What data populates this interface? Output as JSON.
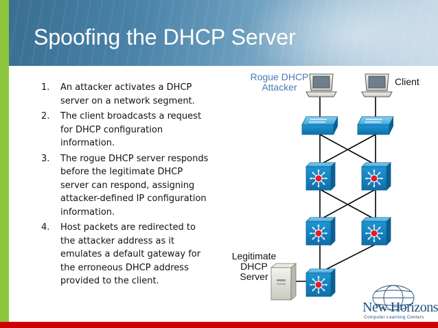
{
  "slide": {
    "title": "Spoofing the DHCP Server",
    "steps": [
      {
        "number": "1.",
        "text": "An attacker activates a DHCP server on a network segment."
      },
      {
        "number": "2.",
        "text": "The client broadcasts a request for DHCP configuration information."
      },
      {
        "number": "3.",
        "text": "The rogue DHCP server responds before the legitimate DHCP server can respond, assigning attacker-defined IP configuration information."
      },
      {
        "number": "4.",
        "text": "Host packets are redirected to the attacker address as it emulates a default gateway for the erroneous DHCP address provided to the client."
      }
    ]
  },
  "diagram": {
    "rogue_label": "Rogue DHCP\nAttacker",
    "client_label": "Client",
    "legit_label": "Legitimate\nDHCP\nServer",
    "rogue_label_color": "#4a7ab5",
    "device_color": "#1a8fcf"
  },
  "logo": {
    "brand": "New Horizons",
    "tagline": "Computer Learning Centers",
    "color": "#1d4f7c"
  },
  "colors": {
    "accent_green": "#8dc63f",
    "accent_red": "#cc0000",
    "header_blue": "#4a82a8"
  }
}
